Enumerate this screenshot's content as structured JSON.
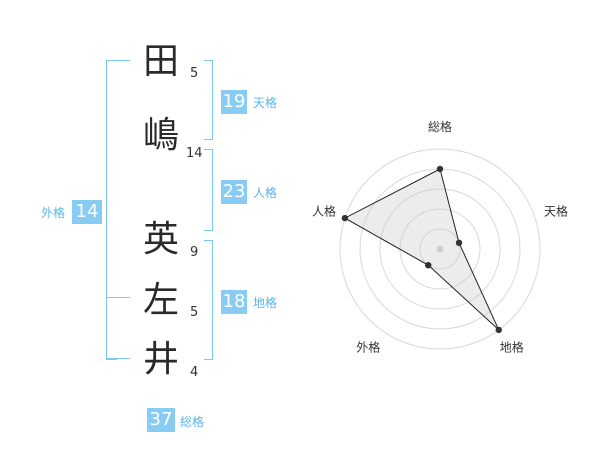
{
  "name": {
    "chars": [
      {
        "char": "田",
        "strokes": "5"
      },
      {
        "char": "嶋",
        "strokes": "14"
      },
      {
        "char": "英",
        "strokes": "9"
      },
      {
        "char": "左",
        "strokes": "5"
      },
      {
        "char": "井",
        "strokes": "4"
      }
    ]
  },
  "fortune": {
    "tenkaku": {
      "label": "天格",
      "value": "19"
    },
    "jinkaku": {
      "label": "人格",
      "value": "23"
    },
    "chikaku": {
      "label": "地格",
      "value": "18"
    },
    "gaikaku": {
      "label": "外格",
      "value": "14"
    },
    "soukaku": {
      "label": "総格",
      "value": "37"
    }
  },
  "colors": {
    "accent": "#88ccf4",
    "bracket": "#7cc8f4",
    "label": "#5ab4e8"
  },
  "chart_data": {
    "type": "radar",
    "axes": [
      "総格",
      "天格",
      "地格",
      "外格",
      "人格"
    ],
    "values": [
      4,
      1,
      5,
      1,
      5
    ],
    "max": 5,
    "rings": 5
  }
}
